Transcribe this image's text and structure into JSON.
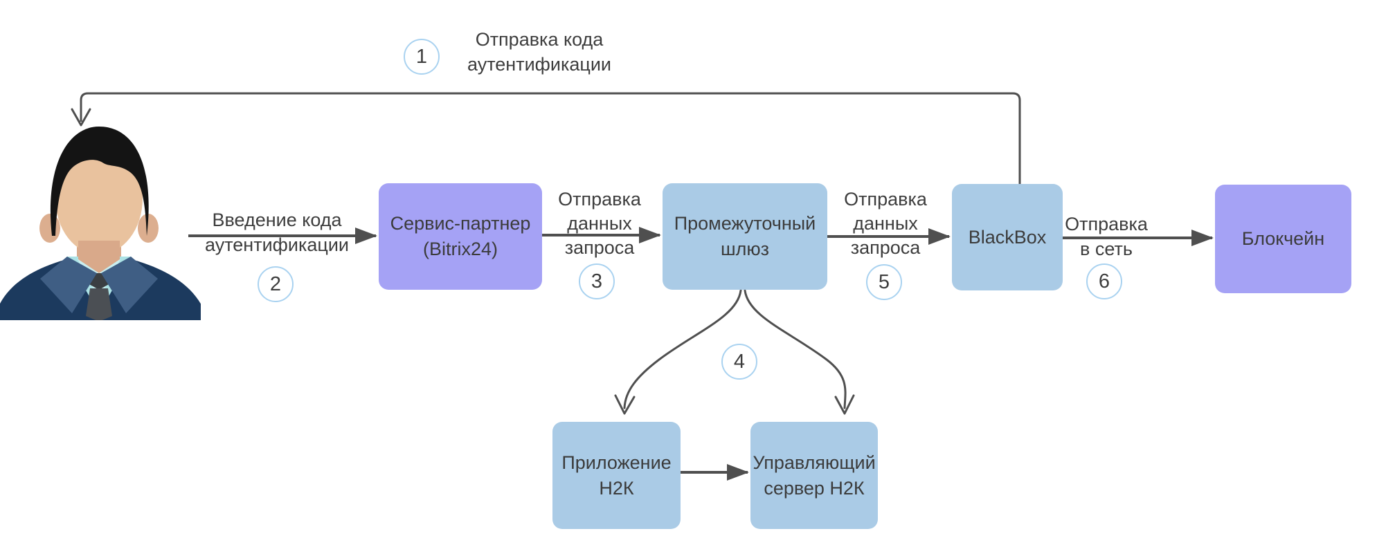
{
  "diagram": {
    "language": "ru",
    "palette": {
      "purple_node": "#a5a2f5",
      "blue_node": "#aacbe6",
      "arrow_color": "#4f4f4f",
      "text_color": "#3d3d3d",
      "badge_border": "#a9d2f0",
      "badge_background": "#ffffff",
      "background": "#ffffff"
    },
    "icons": {
      "actor": "businessman-avatar"
    }
  },
  "nodes": [
    {
      "id": "service_partner",
      "lines": [
        "Сервис-партнер",
        "(Bitrix24)"
      ],
      "color": "purple"
    },
    {
      "id": "gateway",
      "lines": [
        "Промежуточный",
        "шлюз"
      ],
      "color": "blue"
    },
    {
      "id": "blackbox",
      "lines": [
        "BlackBox"
      ],
      "color": "blue"
    },
    {
      "id": "blockchain",
      "lines": [
        "Блокчейн"
      ],
      "color": "purple"
    },
    {
      "id": "h2k_app",
      "lines": [
        "Приложение",
        "Н2К"
      ],
      "color": "blue"
    },
    {
      "id": "h2k_server",
      "lines": [
        "Управляющий",
        "сервер Н2К"
      ],
      "color": "blue"
    }
  ],
  "steps": [
    {
      "num": "1",
      "lines": [
        "Отправка кода",
        "аутентификации"
      ]
    },
    {
      "num": "2",
      "lines": [
        "Введение кода",
        "аутентификации"
      ]
    },
    {
      "num": "3",
      "lines": [
        "Отправка",
        "данных",
        "запроса"
      ]
    },
    {
      "num": "4",
      "lines": []
    },
    {
      "num": "5",
      "lines": [
        "Отправка",
        "данных",
        "запроса"
      ]
    },
    {
      "num": "6",
      "lines": [
        "Отправка",
        "в сеть"
      ]
    }
  ]
}
